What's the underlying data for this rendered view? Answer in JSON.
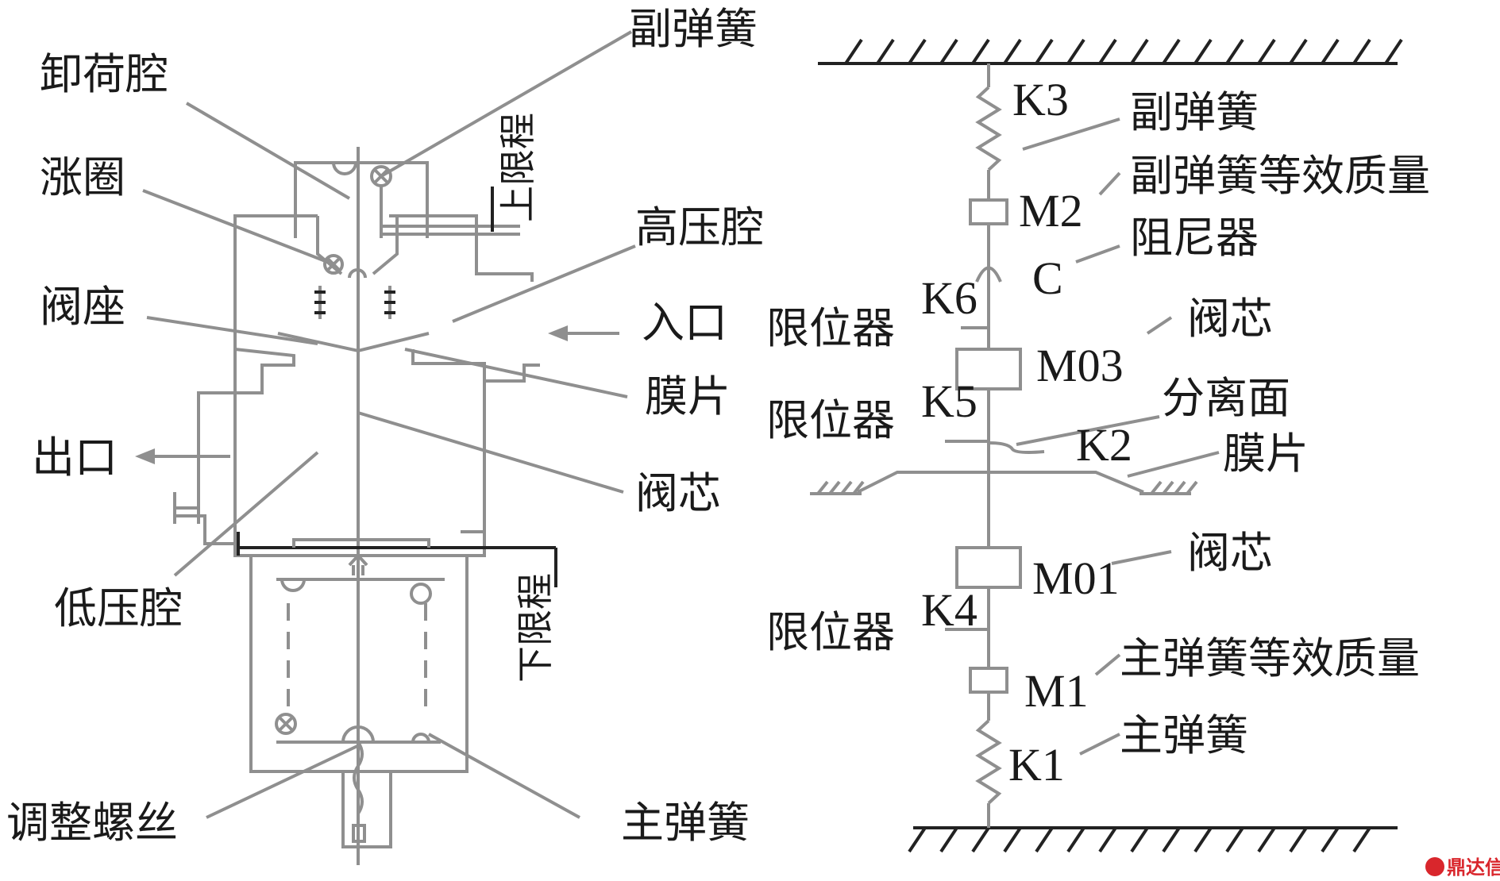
{
  "left_diagram": {
    "labels": {
      "unload_chamber": "卸荷腔",
      "aux_spring": "副弹簧",
      "expansion_ring": "涨圈",
      "upper_limit": "上限程",
      "high_pressure_chamber": "高压腔",
      "valve_seat": "阀座",
      "inlet": "入口",
      "diaphragm": "膜片",
      "outlet": "出口",
      "valve_core": "阀芯",
      "low_pressure_chamber": "低压腔",
      "lower_limit": "下限程",
      "adjust_screw": "调整螺丝",
      "main_spring": "主弹簧"
    }
  },
  "right_diagram": {
    "labels": {
      "K3": "K3",
      "aux_spring": "副弹簧",
      "M2": "M2",
      "aux_spring_mass": "副弹簧等效质量",
      "C": "C",
      "damper": "阻尼器",
      "limiter_k6": "限位器",
      "K6": "K6",
      "valve_core_top": "阀芯",
      "M03": "M03",
      "limiter_k5": "限位器",
      "K5": "K5",
      "separation_surface": "分离面",
      "K2": "K2",
      "diaphragm": "膜片",
      "M01": "M01",
      "valve_core_bottom": "阀芯",
      "limiter_k4": "限位器",
      "K4": "K4",
      "M1": "M1",
      "main_spring_mass": "主弹簧等效质量",
      "K1": "K1",
      "main_spring": "主弹簧"
    }
  },
  "watermark": "鼎达信"
}
